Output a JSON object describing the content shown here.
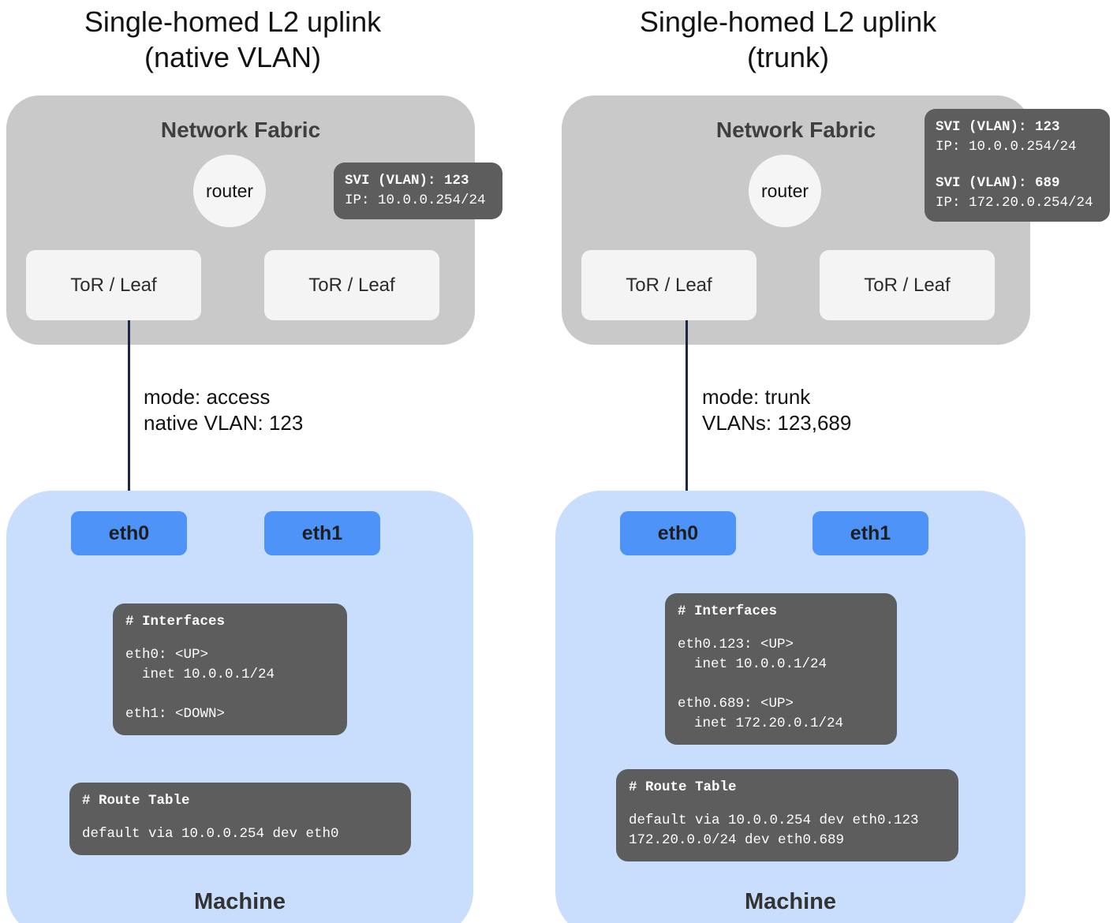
{
  "palette": {
    "fabric_gray": "#c9c9c9",
    "node_light_gray": "#f4f4f4",
    "callout_dark_gray": "#5d5d5d",
    "machine_light_blue": "#c9ddfc",
    "nic_blue": "#4d93f8",
    "uplink_line_navy": "#1c2646"
  },
  "diagrams": [
    {
      "title": "Single-homed L2 uplink",
      "subtitle": "(native VLAN)",
      "fabric": {
        "label": "Network Fabric",
        "router_label": "router",
        "tor_left_label": "ToR / Leaf",
        "tor_right_label": "ToR / Leaf",
        "svi_blocks": [
          {
            "vlan_line": "SVI (VLAN): 123",
            "ip_line": "IP: 10.0.0.254/24"
          }
        ]
      },
      "uplink": {
        "mode_label": "mode: access",
        "vlan_label": "native VLAN: 123"
      },
      "machine": {
        "label": "Machine",
        "nic0_label": "eth0",
        "nic1_label": "eth1",
        "interfaces_title": "# Interfaces",
        "interfaces_body": "eth0: <UP>\n  inet 10.0.0.1/24\n\neth1: <DOWN>",
        "route_title": "# Route Table",
        "route_body": "default via 10.0.0.254 dev eth0"
      }
    },
    {
      "title": "Single-homed L2 uplink",
      "subtitle": "(trunk)",
      "fabric": {
        "label": "Network Fabric",
        "router_label": "router",
        "tor_left_label": "ToR / Leaf",
        "tor_right_label": "ToR / Leaf",
        "svi_blocks": [
          {
            "vlan_line": "SVI (VLAN): 123",
            "ip_line": "IP: 10.0.0.254/24"
          },
          {
            "vlan_line": "SVI (VLAN): 689",
            "ip_line": "IP: 172.20.0.254/24"
          }
        ]
      },
      "uplink": {
        "mode_label": "mode: trunk",
        "vlan_label": "VLANs: 123,689"
      },
      "machine": {
        "label": "Machine",
        "nic0_label": "eth0",
        "nic1_label": "eth1",
        "interfaces_title": "# Interfaces",
        "interfaces_body": "eth0.123: <UP>\n  inet 10.0.0.1/24\n\neth0.689: <UP>\n  inet 172.20.0.1/24",
        "route_title": "# Route Table",
        "route_body": "default via 10.0.0.254 dev eth0.123\n172.20.0.0/24 dev eth0.689"
      }
    }
  ]
}
